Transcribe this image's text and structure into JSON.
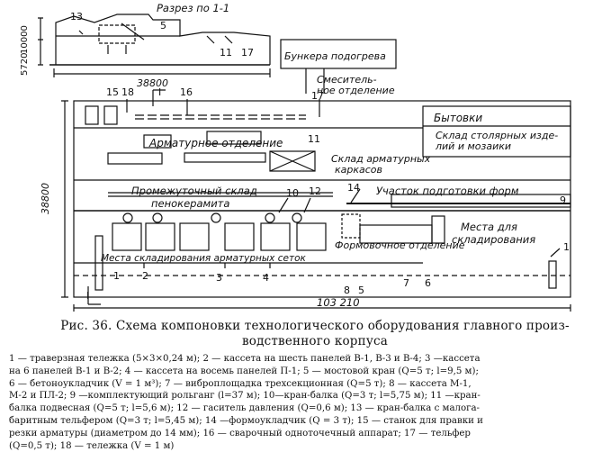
{
  "diagram": {
    "section_title": "Разрез по 1-1",
    "labels": {
      "bunker": "Бункера подогрева",
      "mixing_1": "Смеситель-",
      "mixing_2": "ное отделение",
      "household": "Бытовки",
      "armature": "Арматурное отделение",
      "warehouse_frames_1": "Склад арматурных",
      "warehouse_frames_2": "каркасов",
      "warehouse_carpentry_1": "Склад столярных изде-",
      "warehouse_carpentry_2": "лий и мозаики",
      "intermediate_1": "Промежуточный склад",
      "intermediate_2": "пенокерамита",
      "form_prep": "Участок подготовки форм",
      "storage_1": "Места для",
      "storage_2": "складирования",
      "armature_nets_storage": "Места складирования арматурных сеток",
      "forming": "Формовочное отделение"
    },
    "dimensions": {
      "width_section": "38800",
      "height_1": "10000",
      "height_2": "5720",
      "plan_depth": "38800",
      "plan_length": "103 210"
    },
    "section_marks": {
      "top": "I",
      "bottom": "I"
    },
    "numbers": {
      "n1a": "1",
      "n1b": "1",
      "n2": "2",
      "n3": "3",
      "n4": "4",
      "n5": "5",
      "n5s": "5",
      "n6": "6",
      "n7": "7",
      "n8": "8",
      "n9": "9",
      "n10": "10",
      "n11": "11",
      "n11s": "11",
      "n12": "12",
      "n13": "13",
      "n14": "14",
      "n15": "15",
      "n16": "16",
      "n17": "17",
      "n17s": "17",
      "n18": "18"
    }
  },
  "caption": {
    "line1": "Рис. 36. Схема компоновки технологического оборудования главного произ-",
    "line2": "водственного корпуса"
  },
  "legend": [
    "1 — траверзная тележка (5×3×0,24 м); 2 — кассета на шесть панелей В-1, В-3 и В-4; 3 —кассета",
    "на 6 панелей В-1 и В-2; 4 — кассета на восемь панелей П-1; 5 — мостовой кран (Q=5 т; l=9,5 м);",
    "6 — бетоноукладчик (V = 1 м³); 7 — виброплощадка трехсекционная (Q=5 т); 8 — кассета М-1,",
    "М-2 и ПЛ-2; 9 —комплектующий рольганг (l=37 м); 10—кран-балка (Q=3 т; l=5,75 м); 11 —кран-",
    "балка подвесная (Q=5 т; l=5,6 м); 12 — гаситель давления (Q=0,6 м); 13 — кран-балка с малога-",
    "баритным тельфером (Q=3 т; l=5,45 м); 14 —формоукладчик (Q = 3 т); 15 — станок для правки и",
    "резки арматуры (диаметром до 14 мм); 16 — сварочный одноточечный аппарат; 17 — тельфер",
    "(Q=0,5 т); 18 — тележка (V = 1 м)"
  ]
}
